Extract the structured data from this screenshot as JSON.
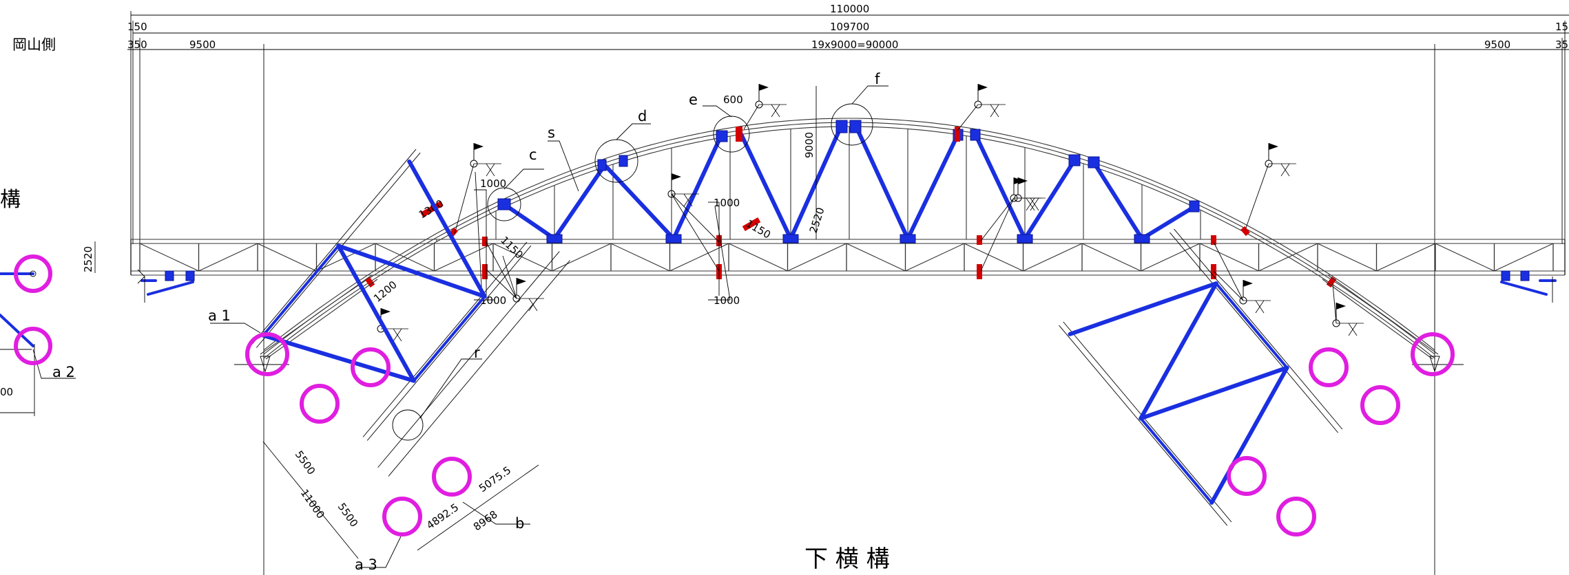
{
  "dimensions": {
    "overall": "110000",
    "span": "109700",
    "end_offset": "150",
    "end_offset_right": "15",
    "bearing_offset": "350",
    "bearing_offset_right": "35",
    "end_panel": "9500",
    "center_panels": "19x9000=90000",
    "truss_depth": "2520",
    "arch_rise": "9000",
    "d_1300": "1300",
    "d_1000_top": "1000",
    "d_1150_left": "1150",
    "d_1000_bot_left": "1000",
    "d_1000_mid": "1000",
    "d_1150_mid": "1150",
    "d_1000_bot_mid": "1000",
    "d_600": "600",
    "d_1200": "1200",
    "d_2520_mid": "2520",
    "d_5500_a": "5500",
    "d_11000": "11000",
    "d_5500_b": "5500",
    "d_5075": "5075.5",
    "d_4892": "4892.5",
    "d_8968": "8968",
    "left_partial": "00"
  },
  "labels": {
    "side": "岡山側",
    "partial_title": "構",
    "plan_title": "下 横 構",
    "a1": "a 1",
    "a2": "a 2",
    "a3": "a 3",
    "b": "b",
    "c": "c",
    "d": "d",
    "e": "e",
    "f": "f",
    "r": "r",
    "s": "s"
  },
  "colors": {
    "bracing": "#1a2fe0",
    "highlight_circle": "#e01ee0",
    "splice_mark": "#d40000",
    "line": "#000000"
  }
}
